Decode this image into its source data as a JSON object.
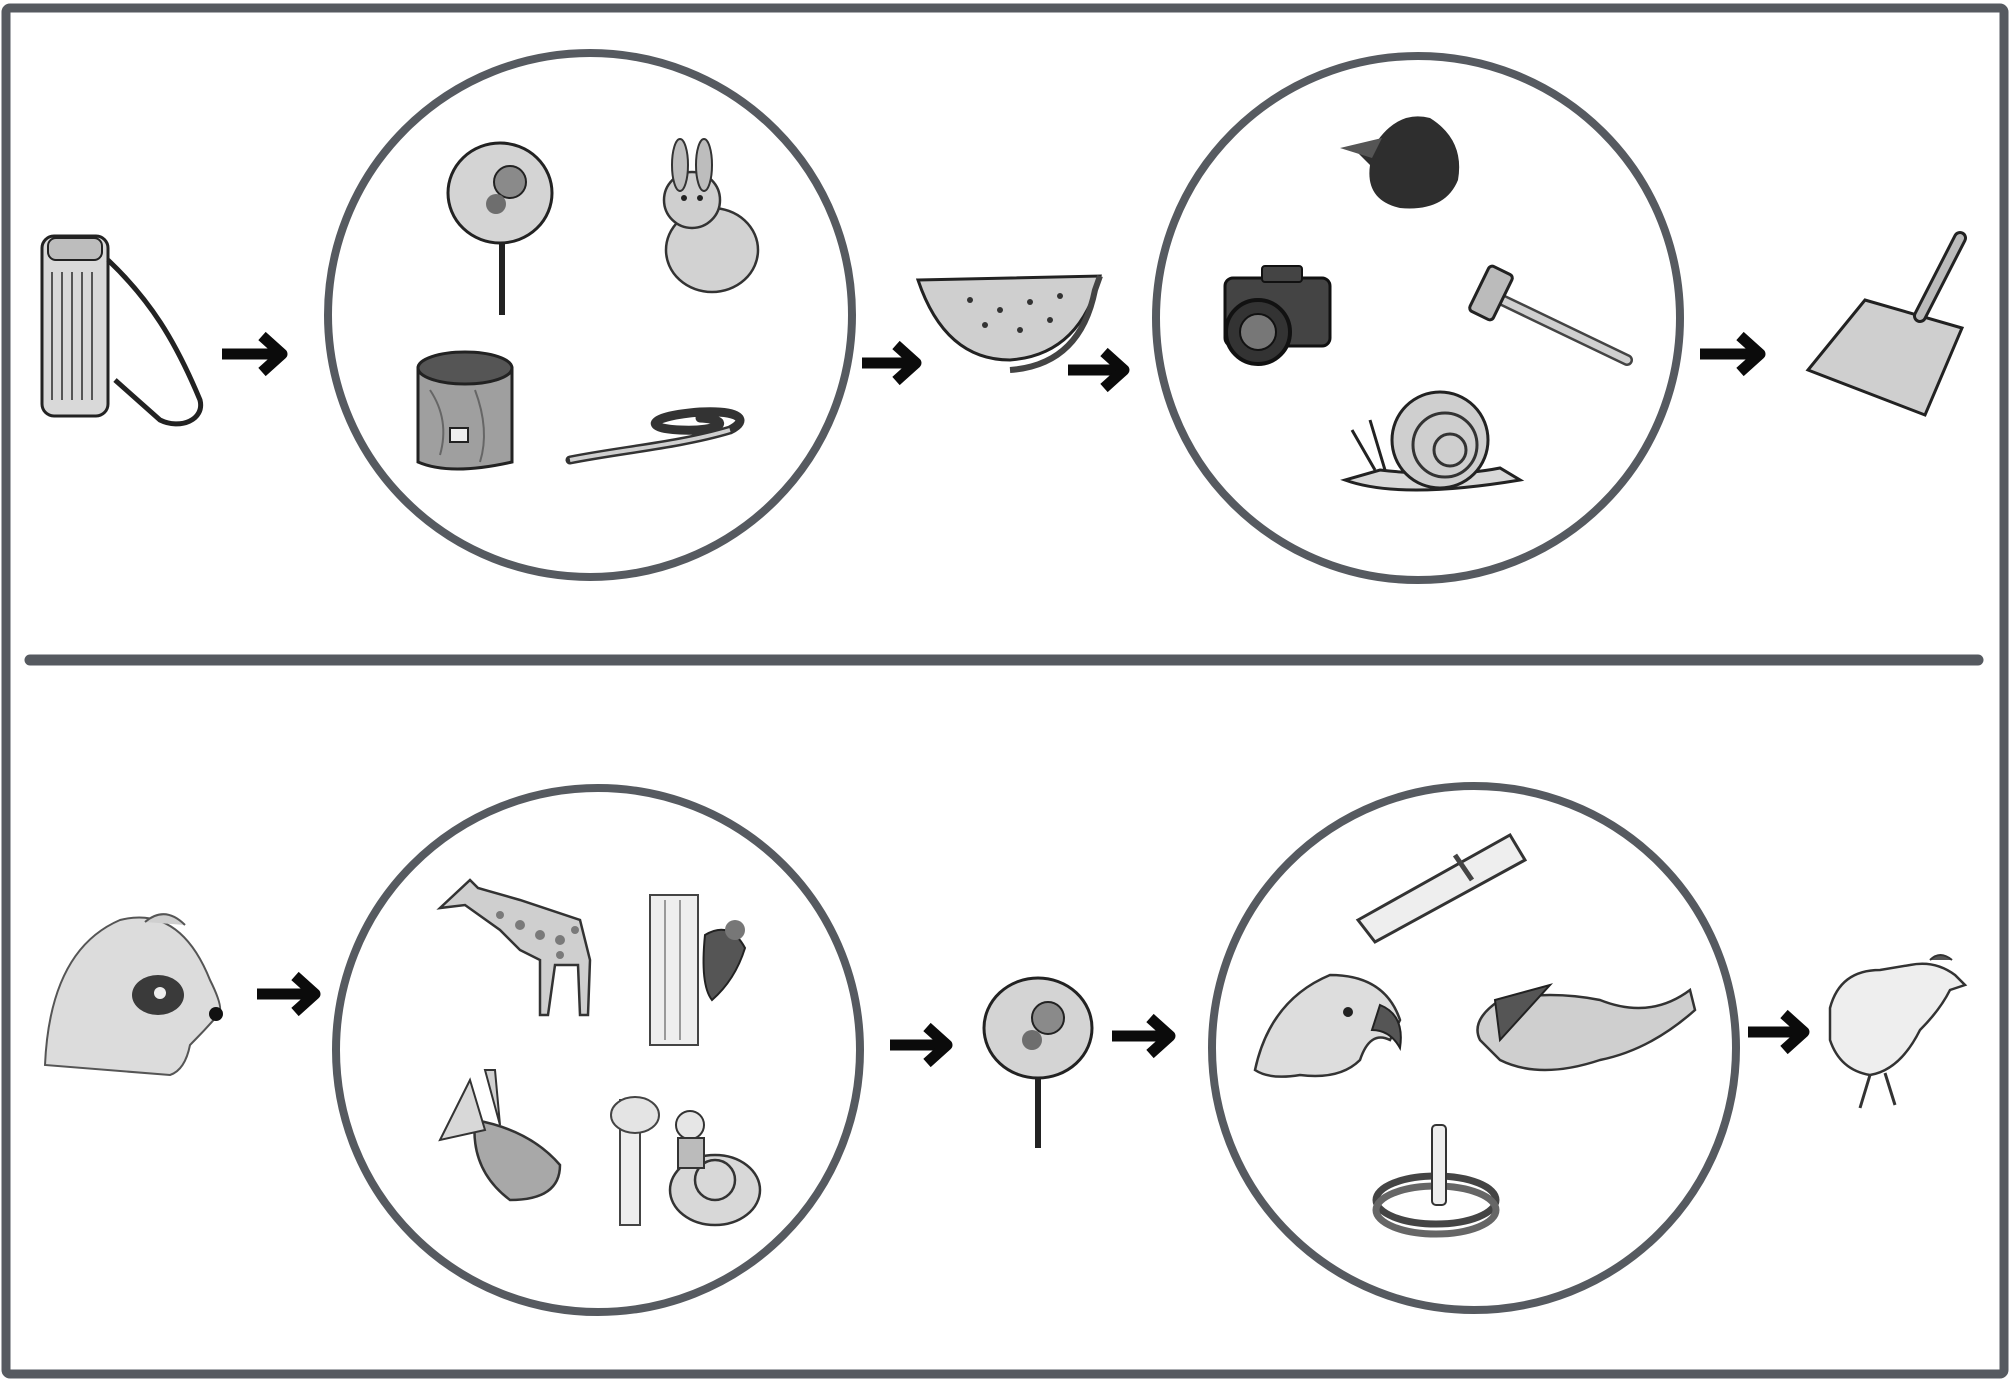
{
  "puzzle": {
    "rows": [
      {
        "start": "thermos-flask",
        "group_a": [
          "uchiwa-fan",
          "rabbit",
          "wooden-bucket",
          "eel"
        ],
        "middle": "watermelon-slice",
        "group_b": [
          "crow",
          "camera",
          "hammer",
          "snail"
        ],
        "end": "dustpan"
      },
      {
        "start": "raccoon-dog",
        "group_a": [
          "giraffe",
          "woodpecker",
          "goldfish",
          "kintaro-with-bear"
        ],
        "middle": "uchiwa-fan",
        "group_b": [
          "chopsticks",
          "eagle",
          "crocodile",
          "ring-toss"
        ],
        "end": "chicken"
      }
    ]
  },
  "colors": {
    "frame": "#565a60",
    "ink": "#222222",
    "arrow": "#0b0b0b",
    "fill_light": "#d9d9d9",
    "fill_mid": "#a8a8a8",
    "fill_dark": "#3a3a3a"
  }
}
